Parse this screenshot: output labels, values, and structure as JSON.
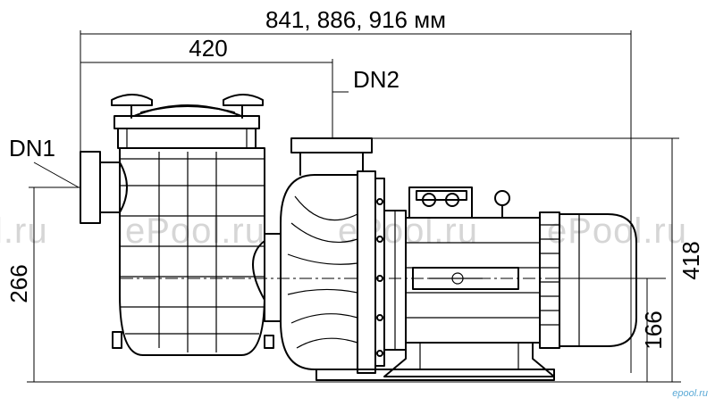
{
  "dimensions": {
    "total_length": "841, 886, 916 мм",
    "inlet_to_outlet": "420",
    "outlet_label": "DN2",
    "inlet_label": "DN1",
    "inlet_height": "266",
    "total_height": "418",
    "shaft_height": "166"
  },
  "watermarks": [
    "l.ru",
    "ePool.ru",
    "ePool.ru",
    "ePool.ru"
  ],
  "site_mark": "epool.ru",
  "colors": {
    "line": "#000000",
    "watermark": "#d6d6d6",
    "site_mark": "#5aa9d6"
  }
}
